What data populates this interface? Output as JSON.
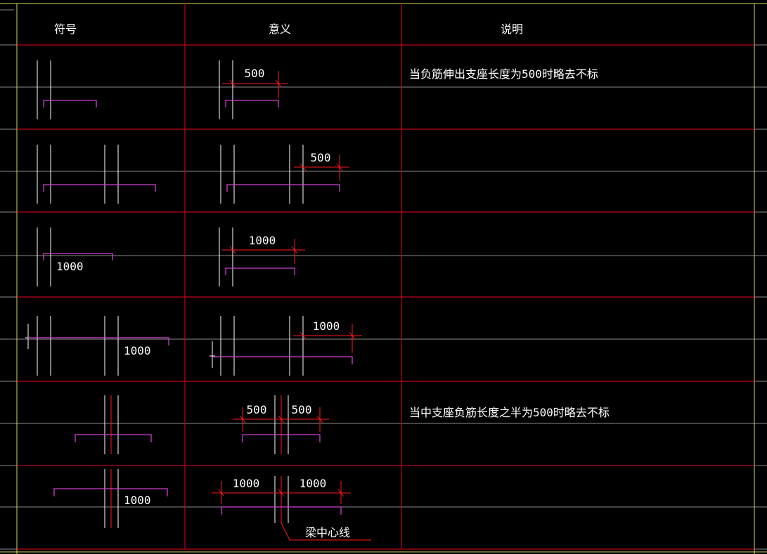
{
  "headers": {
    "symbol": "符号",
    "meaning": "意义",
    "description": "说明"
  },
  "rows": [
    {
      "symbol_label": "",
      "meaning_dims": [
        "500"
      ],
      "description": "当负筋伸出支座长度为500时略去不标"
    },
    {
      "symbol_label": "",
      "meaning_dims": [
        "500"
      ],
      "description": ""
    },
    {
      "symbol_label": "1000",
      "meaning_dims": [
        "1000"
      ],
      "description": ""
    },
    {
      "symbol_label": "1000",
      "meaning_dims": [
        "1000"
      ],
      "description": ""
    },
    {
      "symbol_label": "",
      "meaning_dims": [
        "500",
        "500"
      ],
      "description": "当中支座负筋长度之半为500时略去不标"
    },
    {
      "symbol_label": "1000",
      "meaning_dims": [
        "1000",
        "1000"
      ],
      "meaning_callout": "梁中心线",
      "description": ""
    }
  ],
  "colors": {
    "background": "#000000",
    "grid_red": "#c0001a",
    "grid_gray": "#9a9a9a",
    "frame_yellow": "#d8d860",
    "support_white": "#ffffff",
    "rebar_magenta": "#d040d0",
    "dimension_red": "#ff1a1a",
    "text_white": "#ffffff"
  }
}
